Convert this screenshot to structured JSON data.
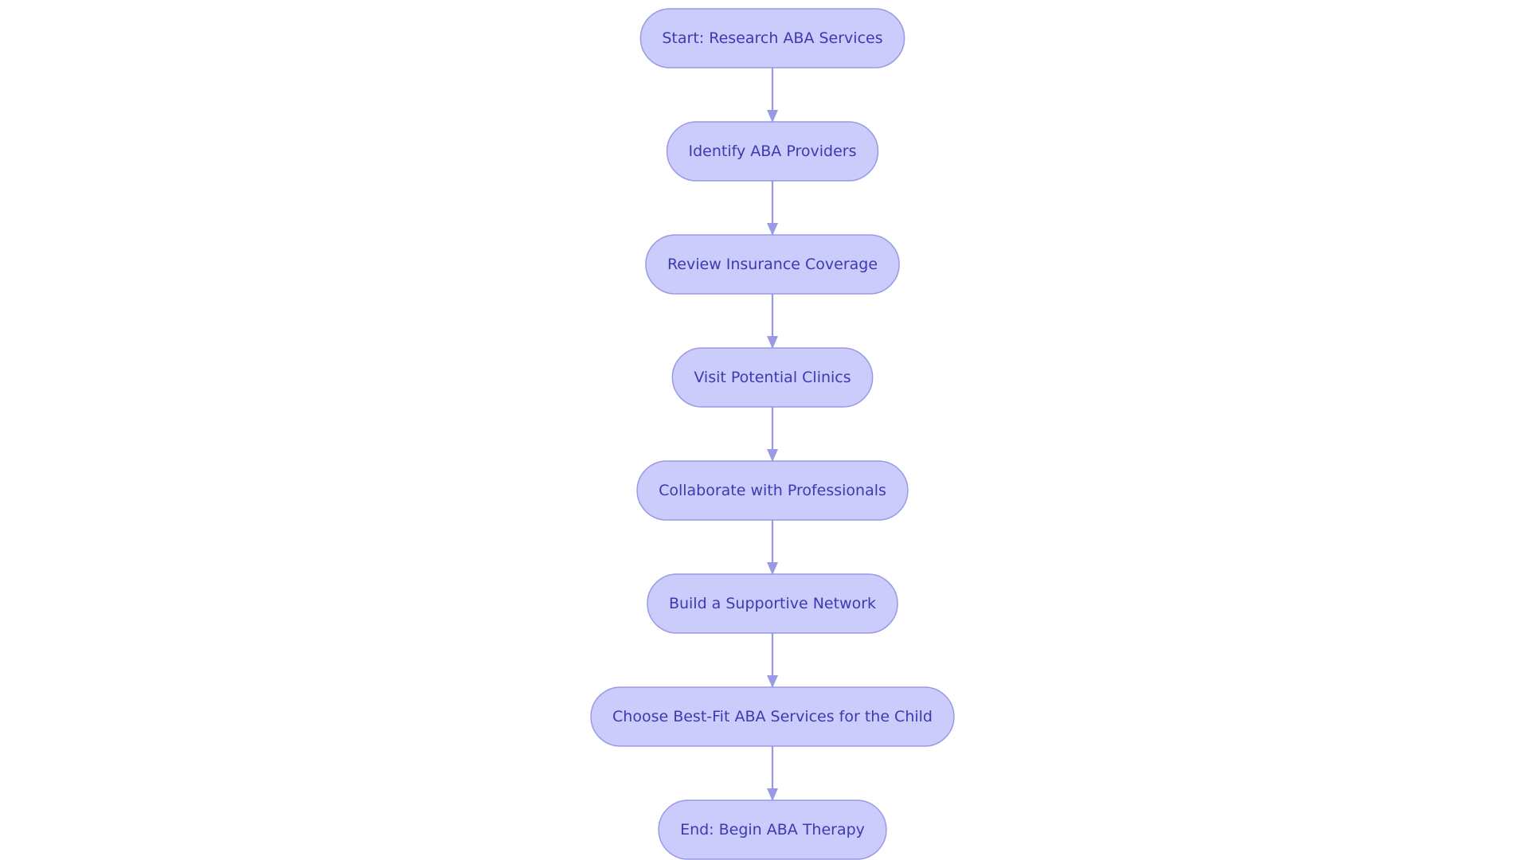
{
  "diagram": {
    "type": "flowchart",
    "direction": "top-to-bottom",
    "colors": {
      "node_fill": "#cbcbfc",
      "node_stroke": "#9a9ae4",
      "edge": "#9a9ae4",
      "text": "#3b3bb0"
    },
    "nodes": [
      {
        "id": "start",
        "label": "Start: Research ABA Services"
      },
      {
        "id": "identify",
        "label": "Identify ABA Providers"
      },
      {
        "id": "insurance",
        "label": "Review Insurance Coverage"
      },
      {
        "id": "visit",
        "label": "Visit Potential Clinics"
      },
      {
        "id": "collaborate",
        "label": "Collaborate with Professionals"
      },
      {
        "id": "network",
        "label": "Build a Supportive Network"
      },
      {
        "id": "choose",
        "label": "Choose Best-Fit ABA Services for the Child"
      },
      {
        "id": "end",
        "label": "End: Begin ABA Therapy"
      }
    ],
    "edges": [
      {
        "from": "start",
        "to": "identify"
      },
      {
        "from": "identify",
        "to": "insurance"
      },
      {
        "from": "insurance",
        "to": "visit"
      },
      {
        "from": "visit",
        "to": "collaborate"
      },
      {
        "from": "collaborate",
        "to": "network"
      },
      {
        "from": "network",
        "to": "choose"
      },
      {
        "from": "choose",
        "to": "end"
      }
    ]
  }
}
